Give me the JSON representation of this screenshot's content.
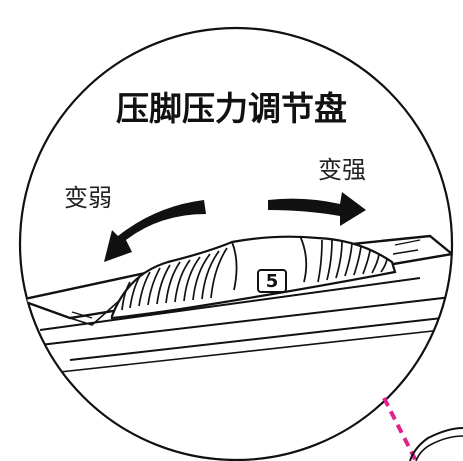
{
  "diagram": {
    "title": "压脚压力调节盘",
    "label_weaker": "变弱",
    "label_stronger": "变强",
    "dial_value": "5"
  },
  "colors": {
    "line": "#111111",
    "leader": "#e0218a",
    "background": "#ffffff"
  },
  "icons": [
    "arrow-left-icon",
    "arrow-right-icon"
  ]
}
